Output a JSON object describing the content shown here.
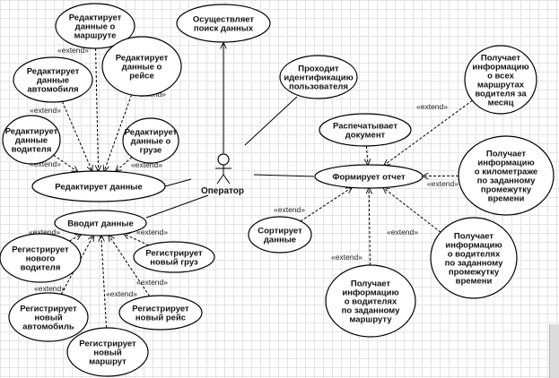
{
  "actor": {
    "label": "Оператор"
  },
  "extend_label": "«extend»",
  "use_cases": [
    {
      "id": "edit-route",
      "lines": [
        "Редактирует",
        "данные о",
        "маршруте"
      ]
    },
    {
      "id": "search",
      "lines": [
        "Осуществляет",
        "поиск данных"
      ]
    },
    {
      "id": "edit-car",
      "lines": [
        "Редактирует",
        "данные",
        "автомобиля"
      ]
    },
    {
      "id": "edit-trip",
      "lines": [
        "Редактирует",
        "данные о",
        "рейсе"
      ]
    },
    {
      "id": "edit-driver",
      "lines": [
        "Редактирует",
        "данные",
        "водителя"
      ]
    },
    {
      "id": "edit-cargo",
      "lines": [
        "Редактирует",
        "данные о",
        "грузе"
      ]
    },
    {
      "id": "edit-data",
      "lines": [
        "Редактирует данные"
      ]
    },
    {
      "id": "identify",
      "lines": [
        "Проходит",
        "идентификацию",
        "пользователя"
      ]
    },
    {
      "id": "routes-month",
      "lines": [
        "Получает",
        "информацию",
        "о всех",
        "маршрутах",
        "водителя за",
        "месяц"
      ]
    },
    {
      "id": "print",
      "lines": [
        "Распечатывает",
        "документ"
      ]
    },
    {
      "id": "report",
      "lines": [
        "Формирует отчет"
      ]
    },
    {
      "id": "mileage",
      "lines": [
        "Получает",
        "информацию",
        "о километраже",
        "по заданному",
        "промежутку",
        "времени"
      ]
    },
    {
      "id": "input-data",
      "lines": [
        "Вводит данные"
      ]
    },
    {
      "id": "sort",
      "lines": [
        "Сортирует",
        "данные"
      ]
    },
    {
      "id": "register-driver",
      "lines": [
        "Регистрирует",
        "нового",
        "водителя"
      ]
    },
    {
      "id": "register-cargo",
      "lines": [
        "Регистрирует",
        "новый груз"
      ]
    },
    {
      "id": "drivers-period",
      "lines": [
        "Получает",
        "информацию",
        "о водителях",
        "по заданному",
        "промежутку",
        "времени"
      ]
    },
    {
      "id": "register-car",
      "lines": [
        "Регистрирует",
        "новый",
        "автомобиль"
      ]
    },
    {
      "id": "register-trip",
      "lines": [
        "Регистрирует",
        "новый рейс"
      ]
    },
    {
      "id": "drivers-route",
      "lines": [
        "Получает",
        "информацию",
        "о водителях",
        "по заданному",
        "маршруту"
      ]
    },
    {
      "id": "register-route",
      "lines": [
        "Регистрирует",
        "новый",
        "маршрут"
      ]
    }
  ]
}
